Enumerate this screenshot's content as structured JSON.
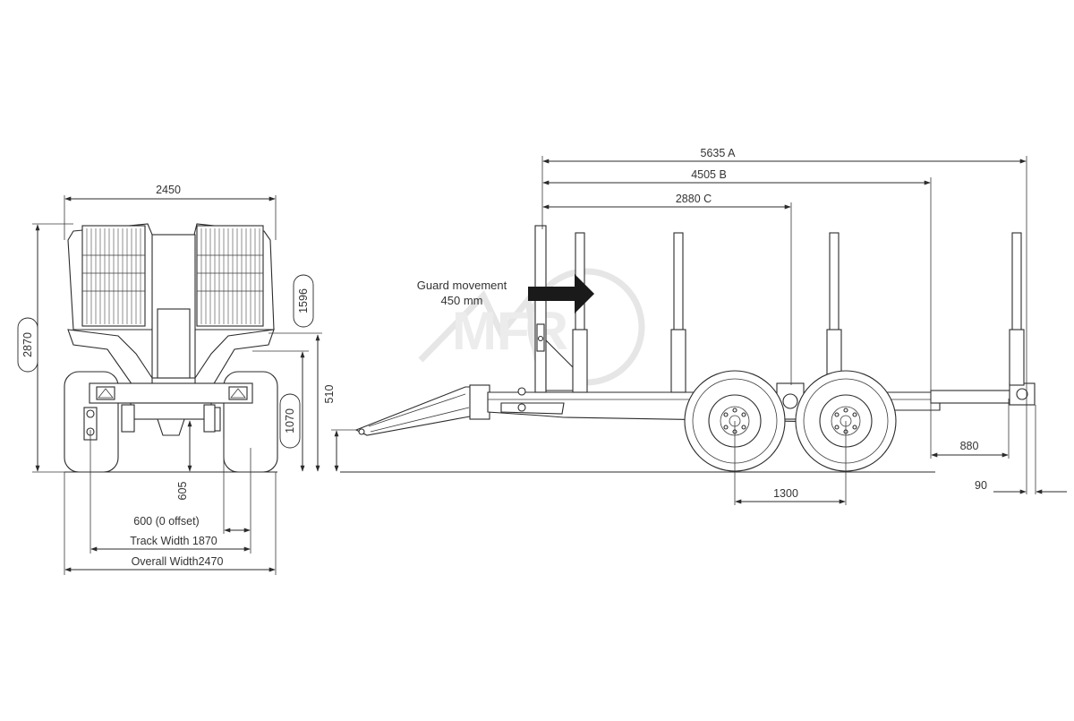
{
  "dimensions": {
    "front_top_width": "2450",
    "front_height": "2870",
    "front_height_upper": "1596",
    "front_height_510": "510",
    "front_height_1070": "1070",
    "front_height_605": "605",
    "front_offset": "600 (0 offset)",
    "track_width": "Track Width 1870",
    "overall_width": "Overall Width2470",
    "length_a": "5635 A",
    "length_b": "4505 B",
    "length_c": "2880 C",
    "rear_overhang": "880",
    "axle_spacing": "1300",
    "rear_offset": "90"
  },
  "guard_note": {
    "line1": "Guard movement",
    "line2": "450 mm"
  },
  "watermark": "MFR"
}
